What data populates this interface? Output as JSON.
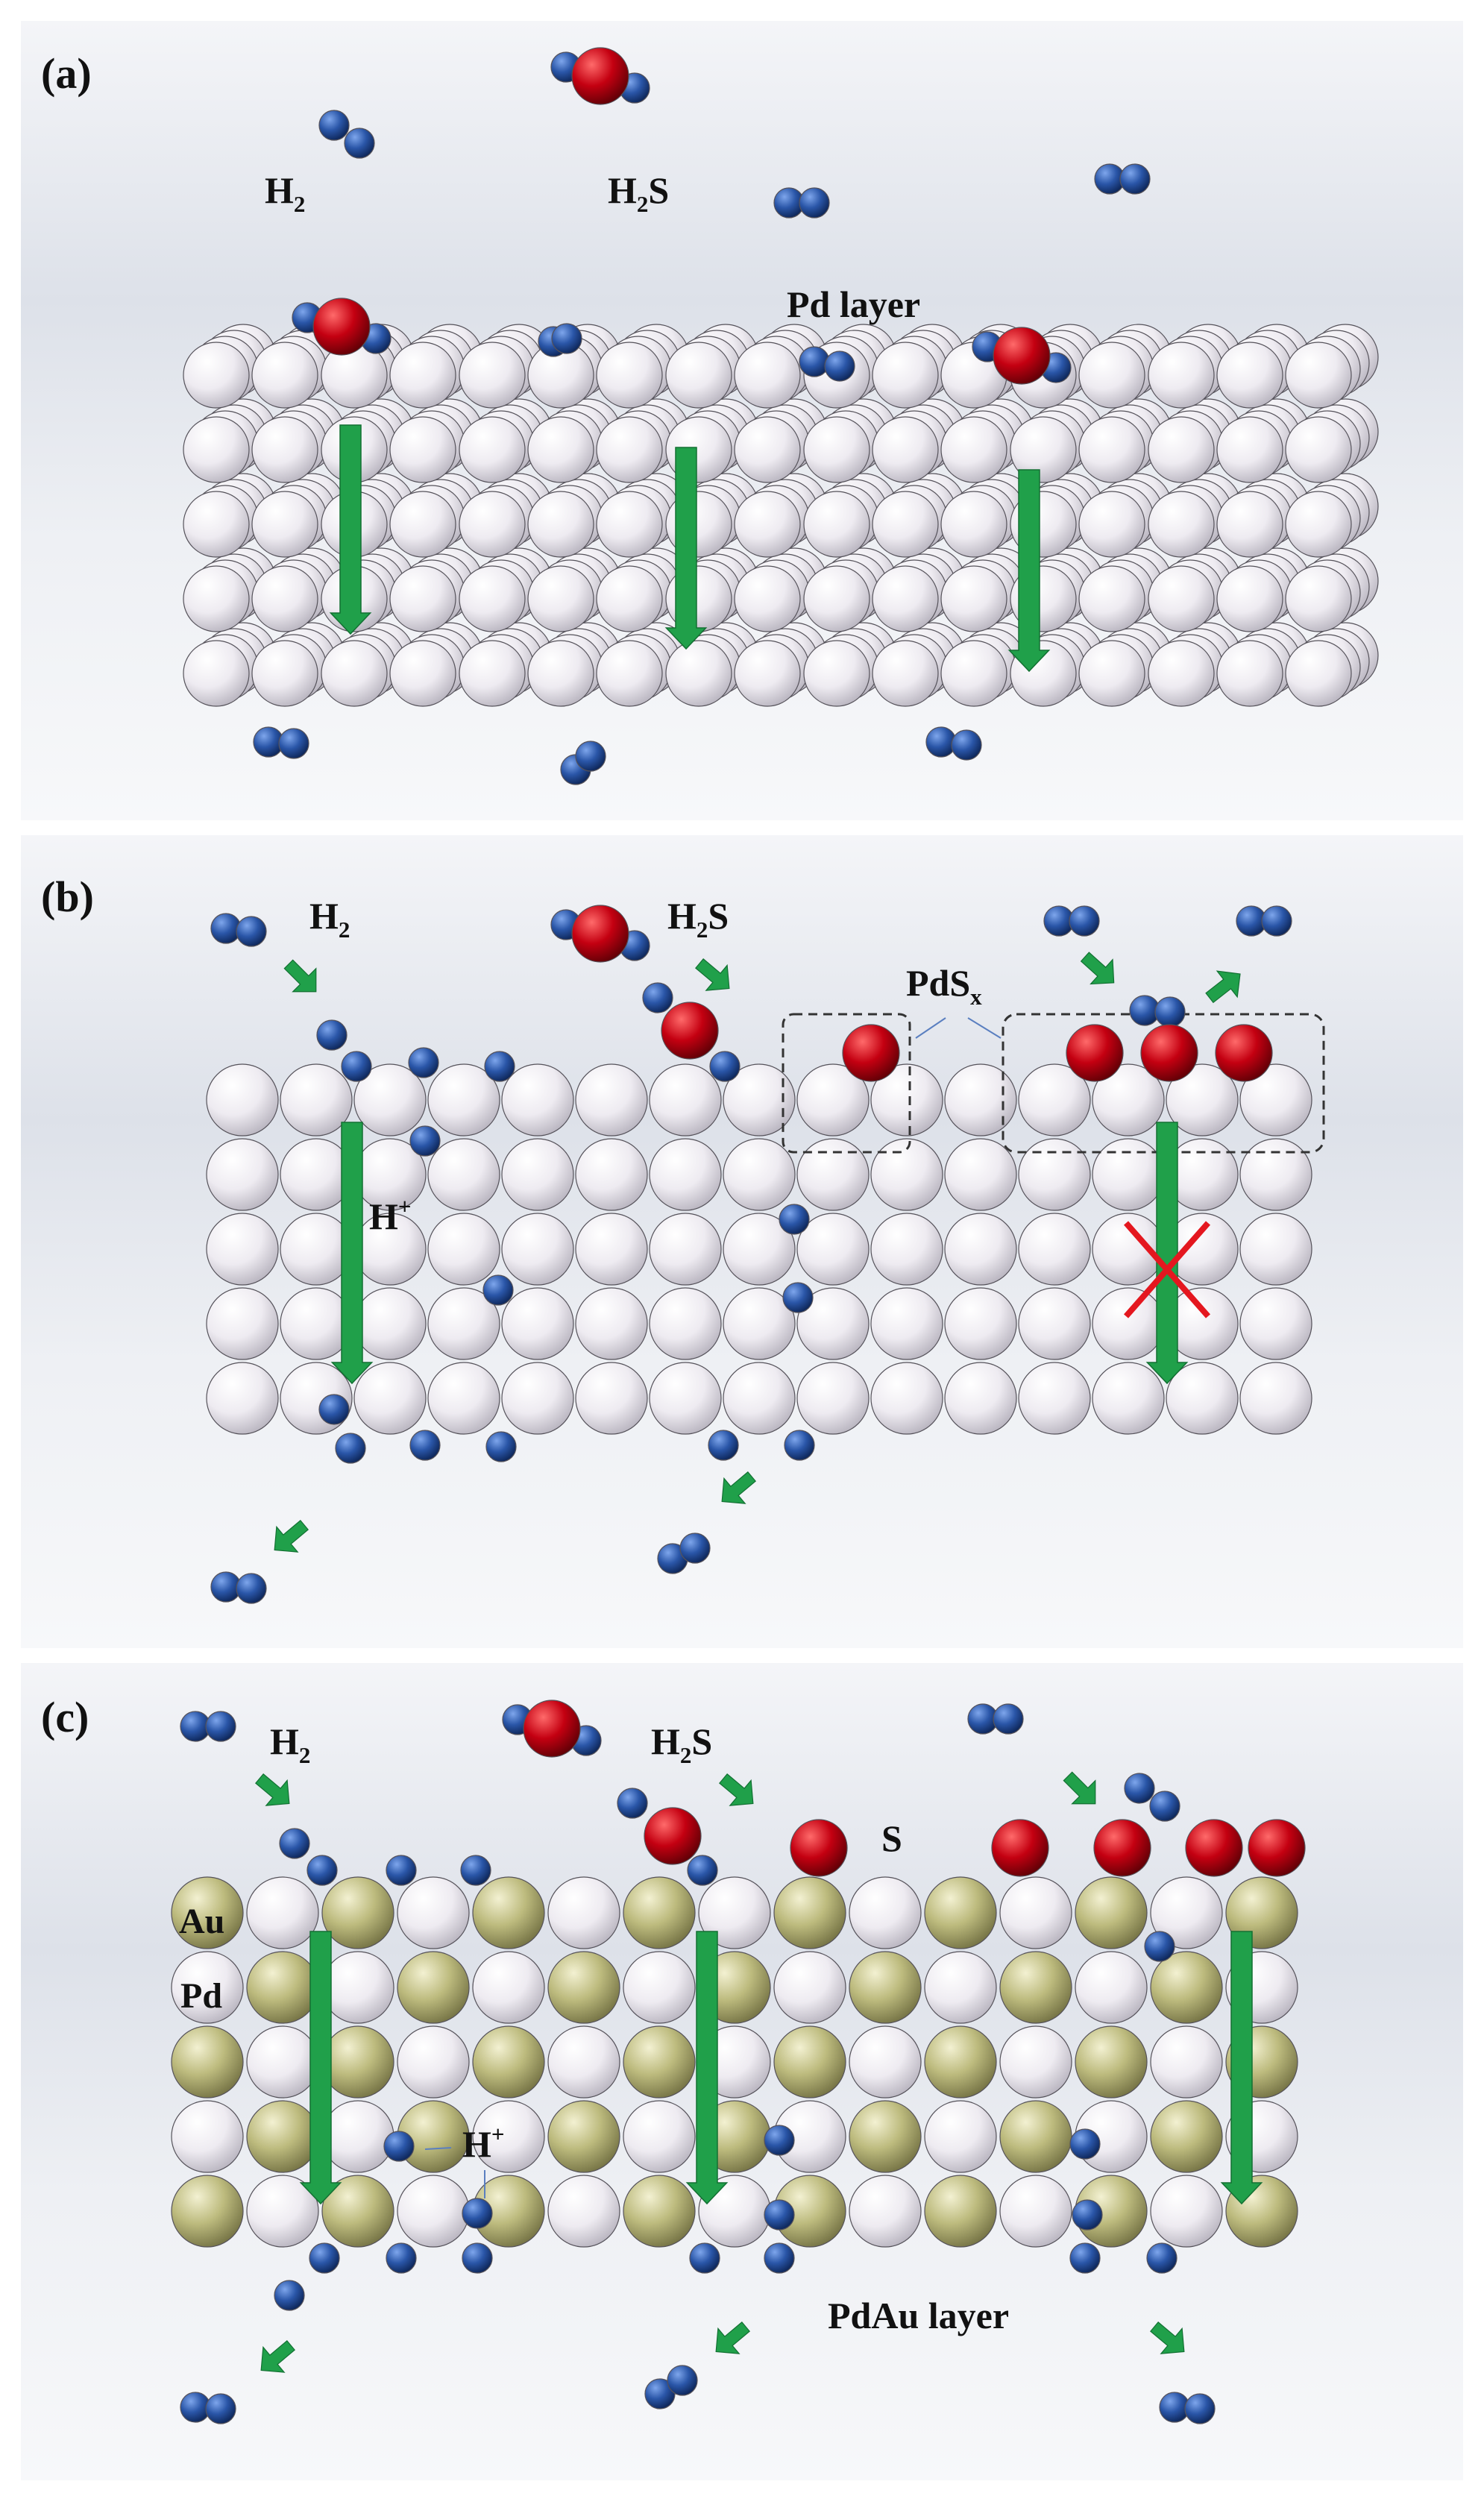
{
  "panels": [
    {
      "id": "a",
      "label": "(a)",
      "texts": {
        "h2": "H2",
        "h2s": "H2S",
        "layer": "Pd layer"
      }
    },
    {
      "id": "b",
      "label": "(b)",
      "texts": {
        "h2": "H2",
        "h2s": "H2S",
        "pds": "PdSx",
        "hplus": "H+"
      }
    },
    {
      "id": "c",
      "label": "(c)",
      "texts": {
        "h2": "H2",
        "h2s": "H2S",
        "s": "S",
        "au": "Au",
        "pd": "Pd",
        "hplus": "H+",
        "layer": "PdAu layer"
      }
    }
  ],
  "colors": {
    "pd_atom": "#f4f2f6",
    "au_atom": "#b9b779",
    "hydrogen": "#2a56a8",
    "sulfur": "#c00010",
    "arrow": "#20a04a",
    "block_x": "#e4171f",
    "background": "#e6e9ef"
  }
}
